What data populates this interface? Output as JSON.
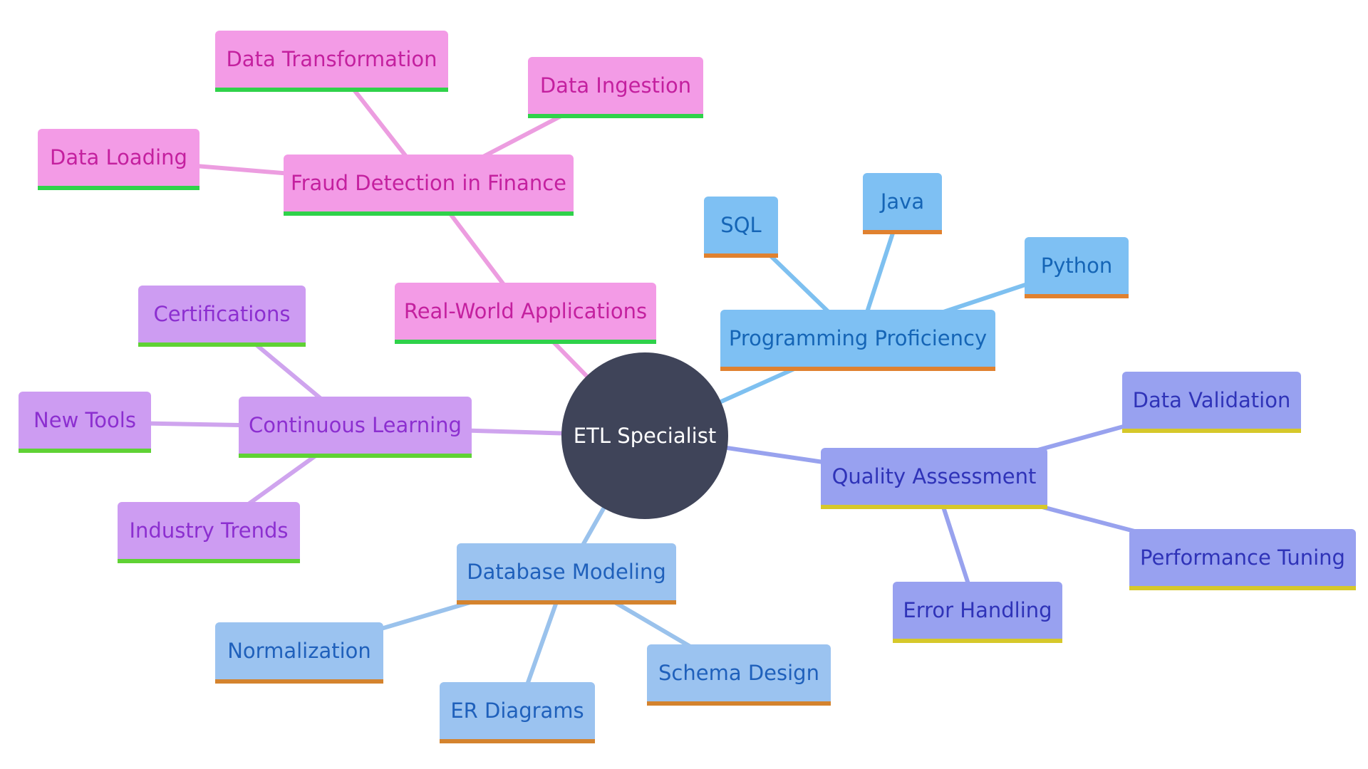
{
  "colors": {
    "root_fill": "#3f4459",
    "root_text": "#ffffff",
    "pink_fill": "#f39be6",
    "pink_text": "#c4209f",
    "pink_edge": "#ec9de0",
    "green_bar": "#2fd24a",
    "purple_fill": "#cd9cf2",
    "purple_text": "#8c2fd0",
    "purple_edge": "#cfa4ee",
    "lime_bar": "#5fd234",
    "blue_fill": "#7ec0f3",
    "blue_text": "#1565b6",
    "blue_edge": "#7ec0f0",
    "orange_bar": "#e0812f",
    "lightblue_fill": "#9bc3f0",
    "lightblue_text": "#1f60bb",
    "lightblue_edge": "#9ac2ec",
    "bronze_bar": "#d4832e",
    "indigo_fill": "#98a1f0",
    "indigo_text": "#2f33b8",
    "indigo_edge": "#98a2ee",
    "yellow_bar": "#d6c82a"
  },
  "root": {
    "label": "ETL Specialist"
  },
  "nodes": [
    {
      "id": "data-transformation",
      "label": "Data Transformation",
      "theme": "pink"
    },
    {
      "id": "data-ingestion",
      "label": "Data Ingestion",
      "theme": "pink"
    },
    {
      "id": "data-loading",
      "label": "Data Loading",
      "theme": "pink"
    },
    {
      "id": "fraud-detection",
      "label": "Fraud Detection in Finance",
      "theme": "pink"
    },
    {
      "id": "real-world-applications",
      "label": "Real-World Applications",
      "theme": "pink"
    },
    {
      "id": "certifications",
      "label": "Certifications",
      "theme": "purple"
    },
    {
      "id": "new-tools",
      "label": "New Tools",
      "theme": "purple"
    },
    {
      "id": "continuous-learning",
      "label": "Continuous Learning",
      "theme": "purple"
    },
    {
      "id": "industry-trends",
      "label": "Industry Trends",
      "theme": "purple"
    },
    {
      "id": "sql",
      "label": "SQL",
      "theme": "blue"
    },
    {
      "id": "java",
      "label": "Java",
      "theme": "blue"
    },
    {
      "id": "python",
      "label": "Python",
      "theme": "blue"
    },
    {
      "id": "programming-proficiency",
      "label": "Programming Proficiency",
      "theme": "blue"
    },
    {
      "id": "database-modeling",
      "label": "Database Modeling",
      "theme": "lightblue"
    },
    {
      "id": "normalization",
      "label": "Normalization",
      "theme": "lightblue"
    },
    {
      "id": "er-diagrams",
      "label": "ER Diagrams",
      "theme": "lightblue"
    },
    {
      "id": "schema-design",
      "label": "Schema Design",
      "theme": "lightblue"
    },
    {
      "id": "data-validation",
      "label": "Data Validation",
      "theme": "indigo"
    },
    {
      "id": "quality-assessment",
      "label": "Quality Assessment",
      "theme": "indigo"
    },
    {
      "id": "performance-tuning",
      "label": "Performance Tuning",
      "theme": "indigo"
    },
    {
      "id": "error-handling",
      "label": "Error Handling",
      "theme": "indigo"
    }
  ],
  "edges": [
    {
      "from": "root",
      "to": "real-world-applications",
      "theme": "pink"
    },
    {
      "from": "real-world-applications",
      "to": "fraud-detection",
      "theme": "pink"
    },
    {
      "from": "fraud-detection",
      "to": "data-transformation",
      "theme": "pink"
    },
    {
      "from": "fraud-detection",
      "to": "data-ingestion",
      "theme": "pink"
    },
    {
      "from": "fraud-detection",
      "to": "data-loading",
      "theme": "pink"
    },
    {
      "from": "root",
      "to": "continuous-learning",
      "theme": "purple"
    },
    {
      "from": "continuous-learning",
      "to": "certifications",
      "theme": "purple"
    },
    {
      "from": "continuous-learning",
      "to": "new-tools",
      "theme": "purple"
    },
    {
      "from": "continuous-learning",
      "to": "industry-trends",
      "theme": "purple"
    },
    {
      "from": "root",
      "to": "programming-proficiency",
      "theme": "blue"
    },
    {
      "from": "programming-proficiency",
      "to": "sql",
      "theme": "blue"
    },
    {
      "from": "programming-proficiency",
      "to": "java",
      "theme": "blue"
    },
    {
      "from": "programming-proficiency",
      "to": "python",
      "theme": "blue"
    },
    {
      "from": "root",
      "to": "database-modeling",
      "theme": "lightblue"
    },
    {
      "from": "database-modeling",
      "to": "normalization",
      "theme": "lightblue"
    },
    {
      "from": "database-modeling",
      "to": "er-diagrams",
      "theme": "lightblue"
    },
    {
      "from": "database-modeling",
      "to": "schema-design",
      "theme": "lightblue"
    },
    {
      "from": "root",
      "to": "quality-assessment",
      "theme": "indigo"
    },
    {
      "from": "quality-assessment",
      "to": "data-validation",
      "theme": "indigo"
    },
    {
      "from": "quality-assessment",
      "to": "performance-tuning",
      "theme": "indigo"
    },
    {
      "from": "quality-assessment",
      "to": "error-handling",
      "theme": "indigo"
    }
  ]
}
